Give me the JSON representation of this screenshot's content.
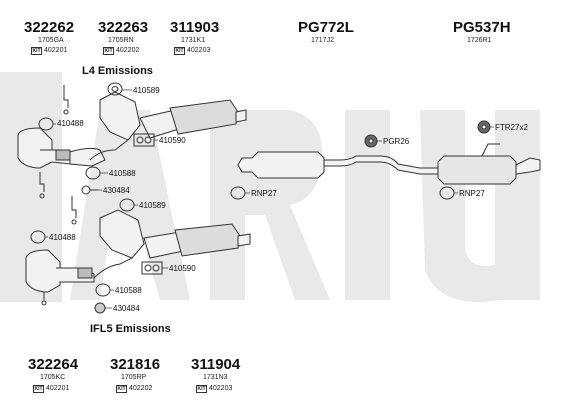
{
  "colors": {
    "watermark": "#e9e9e9",
    "line": "#333333",
    "part_fill": "#f2f2f2",
    "part_dark": "#8a8a8a"
  },
  "top_parts": [
    {
      "number": "322262",
      "code": "1705GA",
      "ref": "402201"
    },
    {
      "number": "322263",
      "code": "1705RN",
      "ref": "402202"
    },
    {
      "number": "311903",
      "code": "1731K1",
      "ref": "402203"
    },
    {
      "number": "PG772L",
      "code": "1717J2"
    },
    {
      "number": "PG537H",
      "code": "1726R1"
    }
  ],
  "bottom_parts": [
    {
      "number": "322264",
      "code": "1705KC",
      "ref": "402201"
    },
    {
      "number": "321816",
      "code": "1705RP",
      "ref": "402202"
    },
    {
      "number": "311904",
      "code": "1731N3",
      "ref": "402203"
    }
  ],
  "kit_icon_text": "KIT",
  "headings": {
    "l4": "L4 Emissions",
    "ifl5": "IFL5 Emissions"
  },
  "labels": {
    "l4_410589": "410589",
    "l4_410488": "410488",
    "l4_410590": "410590",
    "l4_410588": "410588",
    "l4_430484": "430484",
    "ifl5_410589": "410589",
    "ifl5_410488": "410488",
    "ifl5_410590": "410590",
    "ifl5_410588": "410588",
    "ifl5_430484": "430484",
    "pgr26": "PGR26",
    "ftr27x2": "FTR27x2",
    "rnp27_a": "RNP27",
    "rnp27_b": "RNP27"
  },
  "icons": {
    "clamp": "clamp-ring-icon",
    "gasket": "gasket-icon",
    "hanger": "rubber-hanger-icon",
    "bolt": "bolt-icon"
  }
}
